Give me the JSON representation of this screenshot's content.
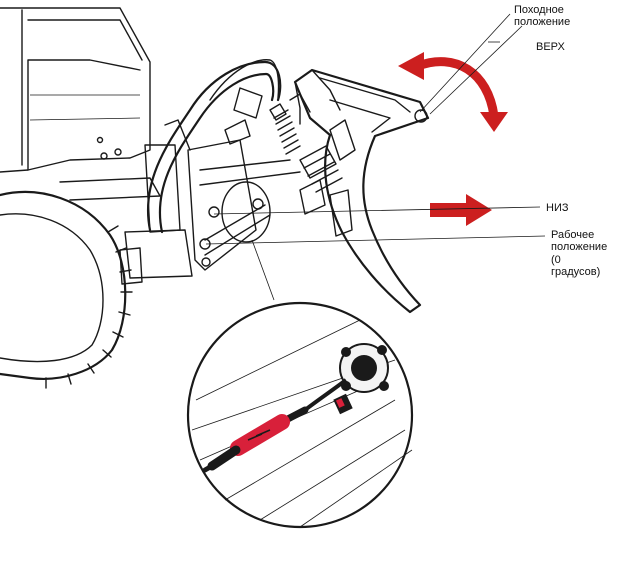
{
  "labels": {
    "travel_position": [
      "Походное",
      "положение"
    ],
    "up": "ВЕРХ",
    "down": "НИЗ",
    "working_position": [
      "Рабочее",
      "положение",
      "(0",
      "градусов)"
    ]
  },
  "colors": {
    "arrow_red": "#cc1f1f",
    "sensor_red": "#d8203a",
    "ink": "#1a1a1a",
    "background": "#ffffff"
  }
}
